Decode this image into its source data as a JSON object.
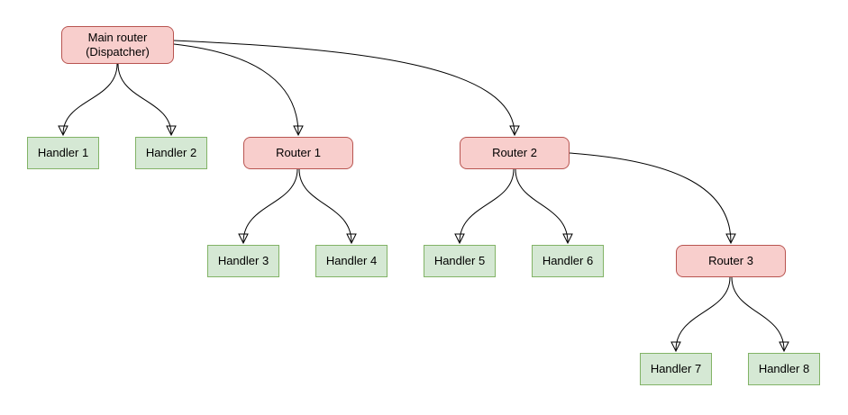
{
  "diagram": {
    "type": "flowchart",
    "nodes": [
      {
        "id": "main-router",
        "label": "Main router\n(Dispatcher)",
        "kind": "router"
      },
      {
        "id": "handler-1",
        "label": "Handler 1",
        "kind": "handler"
      },
      {
        "id": "handler-2",
        "label": "Handler 2",
        "kind": "handler"
      },
      {
        "id": "router-1",
        "label": "Router 1",
        "kind": "router"
      },
      {
        "id": "router-2",
        "label": "Router 2",
        "kind": "router"
      },
      {
        "id": "handler-3",
        "label": "Handler 3",
        "kind": "handler"
      },
      {
        "id": "handler-4",
        "label": "Handler 4",
        "kind": "handler"
      },
      {
        "id": "handler-5",
        "label": "Handler 5",
        "kind": "handler"
      },
      {
        "id": "handler-6",
        "label": "Handler 6",
        "kind": "handler"
      },
      {
        "id": "router-3",
        "label": "Router 3",
        "kind": "router"
      },
      {
        "id": "handler-7",
        "label": "Handler 7",
        "kind": "handler"
      },
      {
        "id": "handler-8",
        "label": "Handler 8",
        "kind": "handler"
      }
    ],
    "edges": [
      {
        "from": "main-router",
        "to": "handler-1"
      },
      {
        "from": "main-router",
        "to": "handler-2"
      },
      {
        "from": "main-router",
        "to": "router-1"
      },
      {
        "from": "main-router",
        "to": "router-2"
      },
      {
        "from": "router-1",
        "to": "handler-3"
      },
      {
        "from": "router-1",
        "to": "handler-4"
      },
      {
        "from": "router-2",
        "to": "handler-5"
      },
      {
        "from": "router-2",
        "to": "handler-6"
      },
      {
        "from": "router-2",
        "to": "router-3"
      },
      {
        "from": "router-3",
        "to": "handler-7"
      },
      {
        "from": "router-3",
        "to": "handler-8"
      }
    ],
    "colors": {
      "router_fill": "#f8cecc",
      "router_border": "#b85450",
      "handler_fill": "#d5e8d4",
      "handler_border": "#82b366",
      "edge": "#000000",
      "text": "#000000",
      "background": "#ffffff"
    }
  }
}
